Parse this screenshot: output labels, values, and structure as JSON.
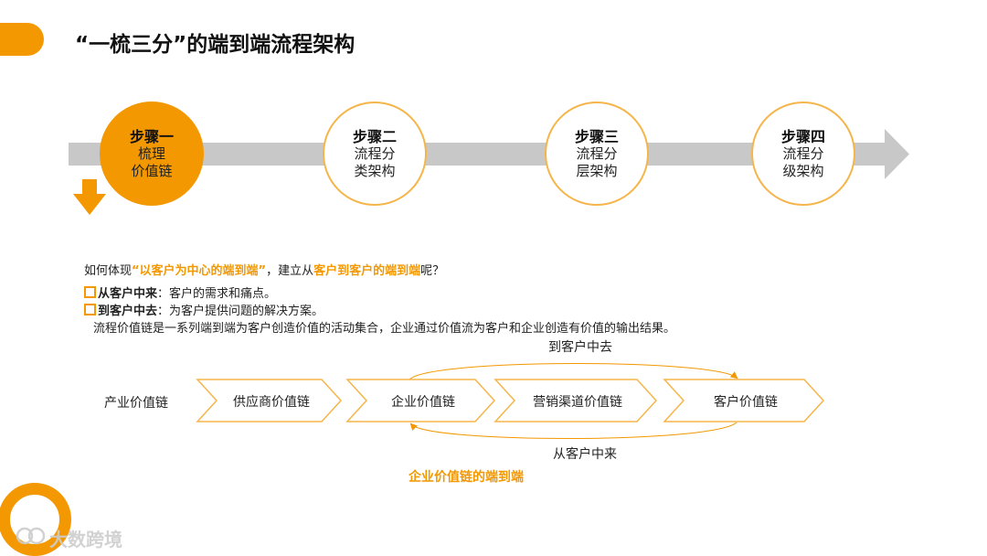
{
  "header": {
    "title": "“一梳三分”的端到端流程架构",
    "accent_color": "#F39800"
  },
  "steps": [
    {
      "title": "步骤一",
      "lines": [
        "梳理",
        "价值链"
      ],
      "active": true
    },
    {
      "title": "步骤二",
      "lines": [
        "流程分",
        "类架构"
      ],
      "active": false
    },
    {
      "title": "步骤三",
      "lines": [
        "流程分",
        "层架构"
      ],
      "active": false
    },
    {
      "title": "步骤四",
      "lines": [
        "流程分",
        "级架构"
      ],
      "active": false
    }
  ],
  "text": {
    "question_pre": "如何体现",
    "question_hl1": "“以客户为中心的端到端”",
    "question_mid": "，建立从",
    "question_hl2": "客户到客户的端到端",
    "question_post": "呢？",
    "bullet1_label": "从客户中来",
    "bullet1_text": "：客户的需求和痛点。",
    "bullet2_label": "到客户中去",
    "bullet2_text": "：为客户提供问题的解决方案。",
    "summary": "流程价值链是一系列端到端为客户创造价值的活动集合，企业通过价值流为客户和企业创造有价值的输出结果。"
  },
  "value_chain": {
    "row_label": "产业价值链",
    "top_label": "到客户中去",
    "bottom_label": "从客户中来",
    "caption": "企业价值链的端到端",
    "links": [
      "供应商价值链",
      "企业价值链",
      "营销渠道价值链",
      "客户价值链"
    ]
  },
  "footer": {
    "watermark": "大数跨境"
  }
}
